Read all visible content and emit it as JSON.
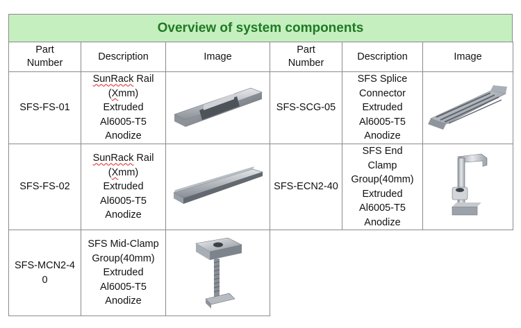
{
  "title": "Overview of system components",
  "headers": {
    "part_number": "Part Number",
    "description": "Description",
    "image": "Image"
  },
  "rows": [
    {
      "left": {
        "part": "SFS-FS-01",
        "desc_brand": "SunRack",
        "desc_rest": " Rail",
        "desc_size_open": "(",
        "desc_size_x": "X",
        "desc_size_close": "mm)",
        "desc_line3": "Extruded",
        "desc_line4": "Al6005-T5",
        "desc_line5": "Anodize",
        "icon": "rail-channel-icon"
      },
      "right": {
        "part": "SFS-SCG-05",
        "desc_line1": "SFS Splice",
        "desc_line2": "Connector",
        "desc_line3": "Extruded",
        "desc_line4": "Al6005-T5",
        "desc_line5": "Anodize",
        "icon": "splice-connector-icon"
      }
    },
    {
      "left": {
        "part": "SFS-FS-02",
        "desc_brand": "SunRack",
        "desc_rest": " Rail",
        "desc_size_open": "(",
        "desc_size_x": "X",
        "desc_size_close": "mm)",
        "desc_line3": "Extruded",
        "desc_line4": "Al6005-T5",
        "desc_line5": "Anodize",
        "icon": "rail-flat-icon"
      },
      "right": {
        "part": "SFS-ECN2-40",
        "desc_line1": "SFS End",
        "desc_line2": "Clamp",
        "desc_line3": "Group(40mm)",
        "desc_line4": "Extruded",
        "desc_line5": "Al6005-T5",
        "desc_line6": "Anodize",
        "icon": "end-clamp-icon"
      }
    },
    {
      "left": {
        "part_line1": "SFS-MCN2-4",
        "part_line2": "0",
        "desc_line1": "SFS Mid-Clamp",
        "desc_line2": "Group(40mm)",
        "desc_line3": "Extruded",
        "desc_line4": "Al6005-T5",
        "desc_line5": "Anodize",
        "icon": "mid-clamp-icon"
      }
    }
  ]
}
